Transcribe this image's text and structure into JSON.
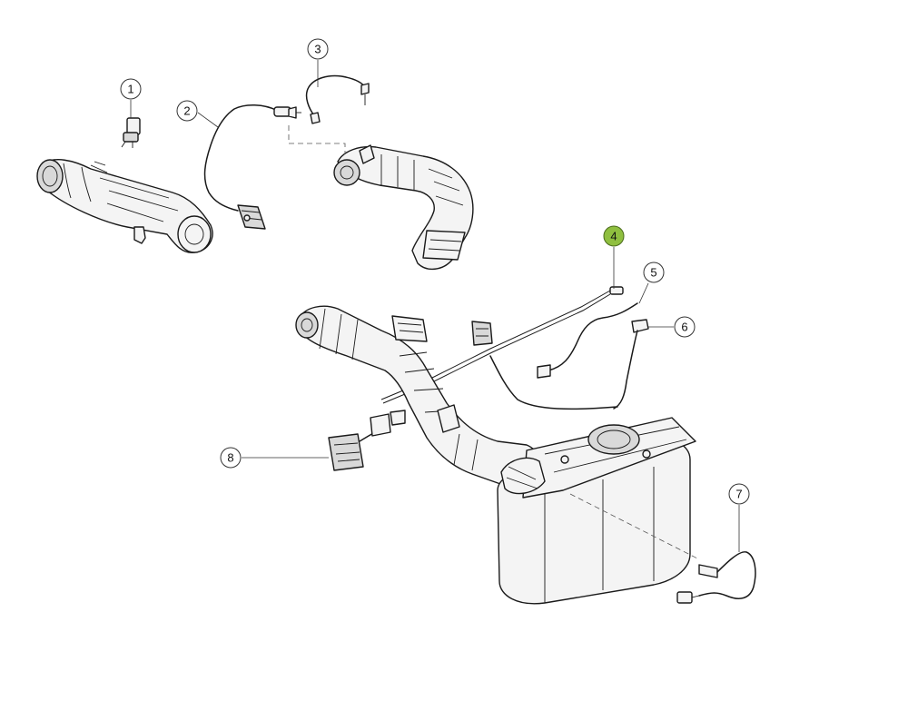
{
  "highlight_color": "#8fbf3f",
  "callouts": [
    {
      "id": "1",
      "label": "1"
    },
    {
      "id": "2",
      "label": "2"
    },
    {
      "id": "3",
      "label": "3"
    },
    {
      "id": "4",
      "label": "4",
      "highlighted": true
    },
    {
      "id": "5",
      "label": "5"
    },
    {
      "id": "6",
      "label": "6"
    },
    {
      "id": "7",
      "label": "7"
    },
    {
      "id": "8",
      "label": "8"
    }
  ]
}
